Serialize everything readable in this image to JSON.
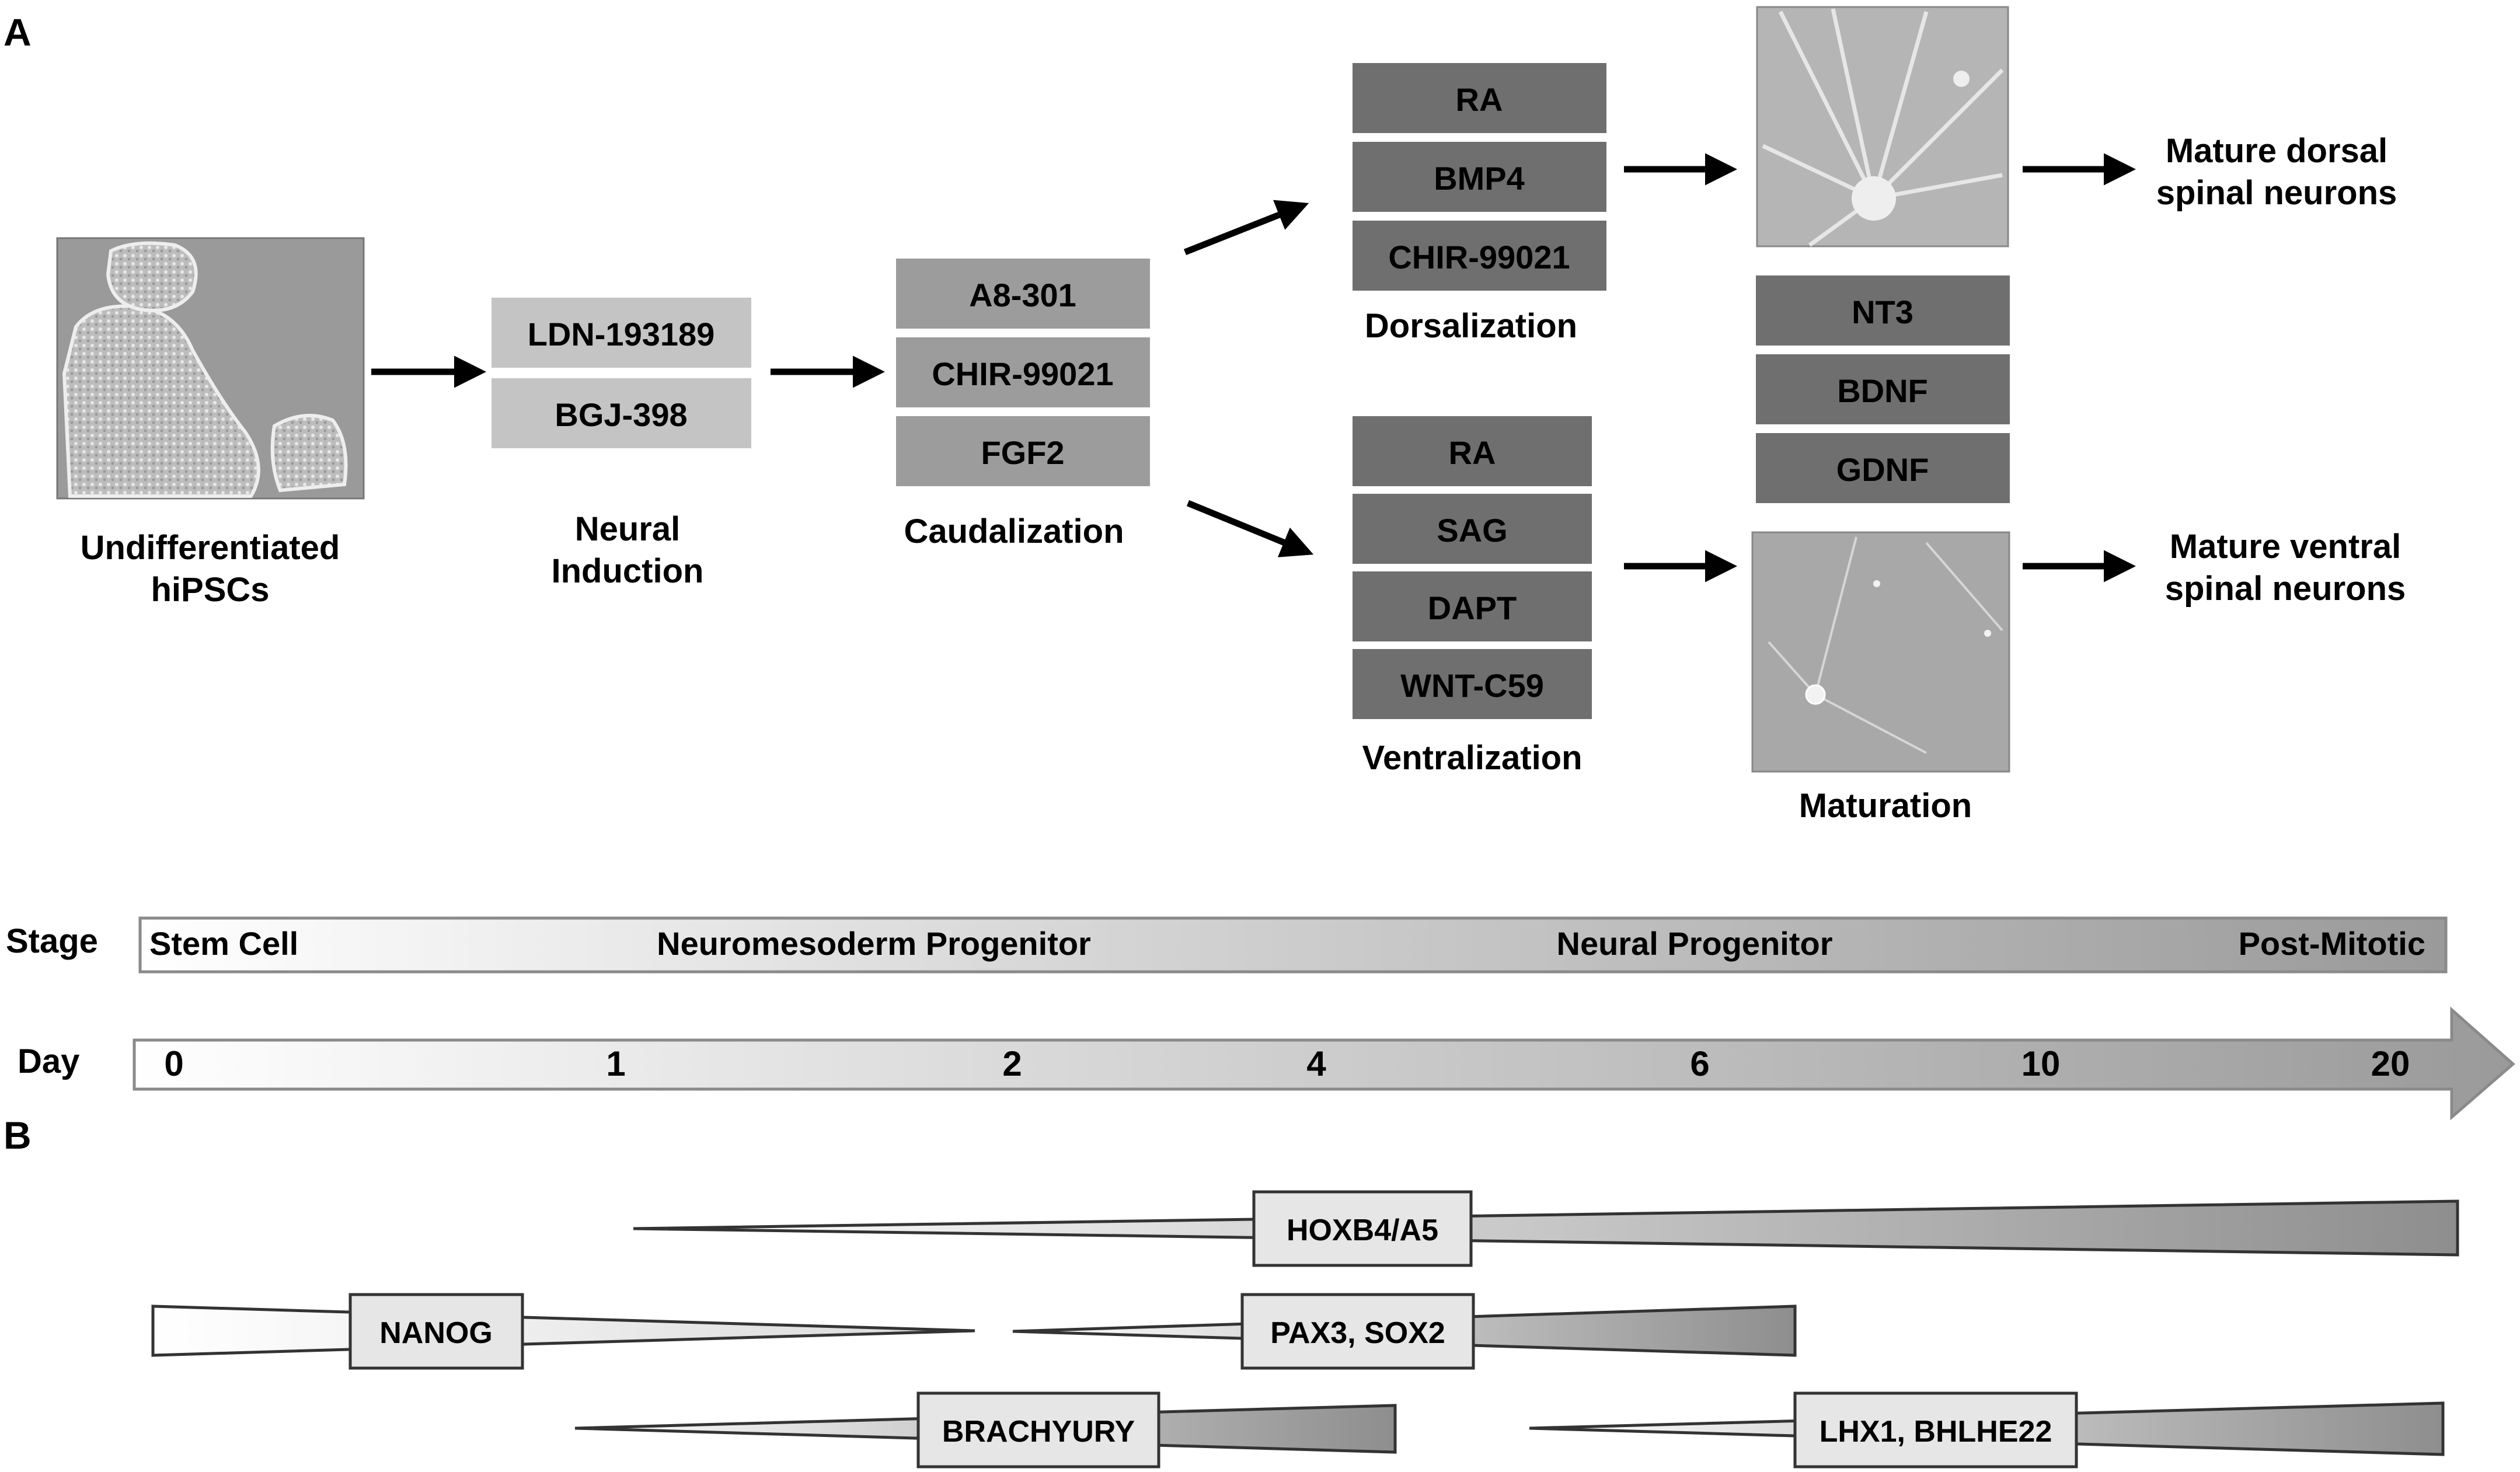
{
  "panel_labels": {
    "a": "A",
    "b": "B"
  },
  "stages": {
    "undiff": {
      "line1": "Undifferentiated",
      "line2": "hiPSCs"
    },
    "neural": {
      "line1": "Neural",
      "line2": "Induction",
      "items": [
        "LDN-193189",
        "BGJ-398"
      ]
    },
    "caudal": {
      "label": "Caudalization",
      "items": [
        "A8-301",
        "CHIR-99021",
        "FGF2"
      ]
    },
    "dorsal": {
      "label": "Dorsalization",
      "items": [
        "RA",
        "BMP4",
        "CHIR-99021"
      ]
    },
    "ventral": {
      "label": "Ventralization",
      "items": [
        "RA",
        "SAG",
        "DAPT",
        "WNT-C59"
      ]
    },
    "maturation": {
      "label": "Maturation",
      "items": [
        "NT3",
        "BDNF",
        "GDNF"
      ]
    },
    "out_dorsal": {
      "line1": "Mature dorsal",
      "line2": "spinal neurons"
    },
    "out_ventral": {
      "line1": "Mature ventral",
      "line2": "spinal neurons"
    }
  },
  "timeline": {
    "stage_title": "Stage",
    "stage_labels": [
      "Stem Cell",
      "Neuromesoderm Progenitor",
      "Neural Progenitor",
      "Post-Mitotic"
    ],
    "day_title": "Day",
    "days": [
      "0",
      "1",
      "2",
      "4",
      "6",
      "10",
      "20"
    ]
  },
  "markers": [
    "HOXB4/A5",
    "NANOG",
    "PAX3, SOX2",
    "BRACHYURY",
    "LHX1, BHLHE22"
  ],
  "colors": {
    "dark_box": "#6f6f6f",
    "mid_box": "#9c9c9c",
    "light_box": "#c4c4c4",
    "box_text": "#111111",
    "arrow": "#000000"
  }
}
